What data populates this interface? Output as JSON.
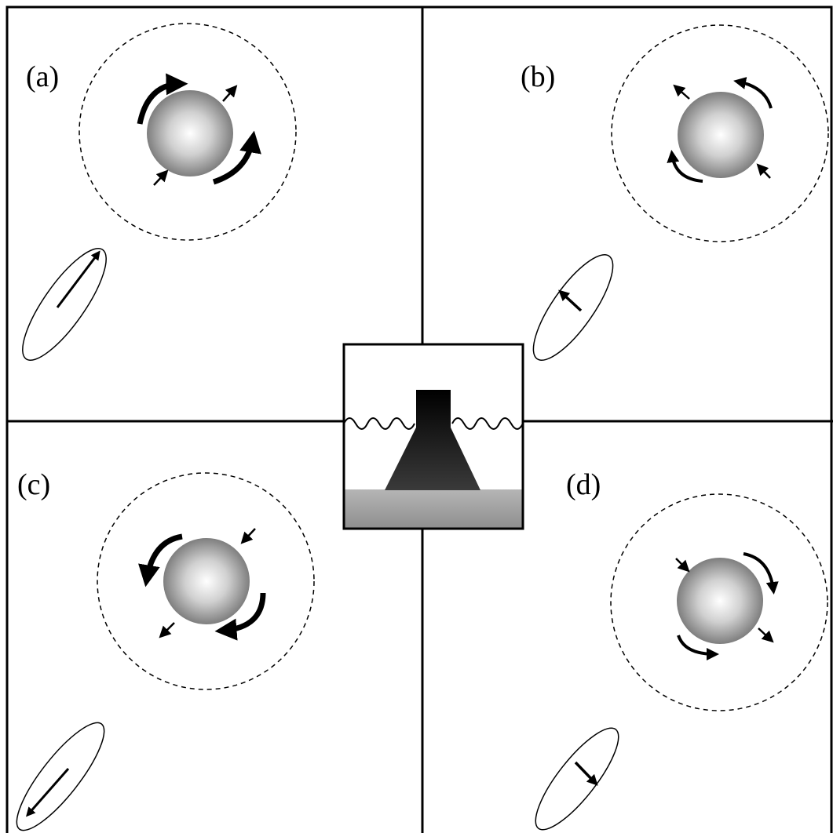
{
  "panels": [
    {
      "id": "a",
      "label": "(a)"
    },
    {
      "id": "b",
      "label": "(b)"
    },
    {
      "id": "c",
      "label": "(c)"
    },
    {
      "id": "d",
      "label": "(d)"
    }
  ],
  "colors": {
    "line": "#000000",
    "background": "#ffffff",
    "sphere_center": "#ffffff",
    "sphere_edge": "#6e6e6e",
    "ground": "#9a9a9a"
  },
  "icons": {
    "sphere": "shaded-sphere-icon",
    "rotation": "curved-arrow-icon",
    "motion": "straight-arrow-icon",
    "ellipse": "ellipse-icon",
    "structure": "offshore-platform-icon"
  }
}
